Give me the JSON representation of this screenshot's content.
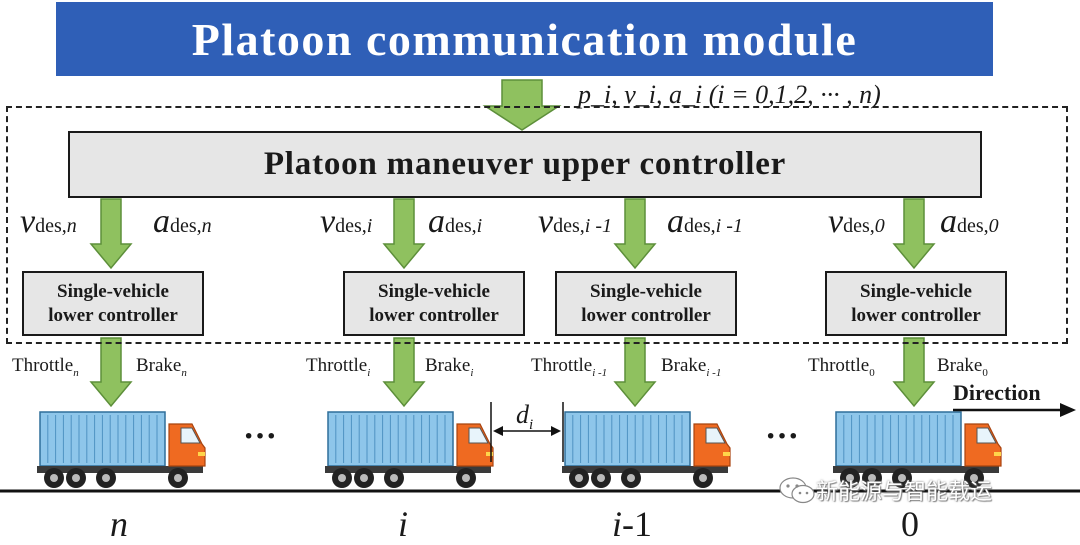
{
  "header": {
    "title": "Platoon communication module"
  },
  "comm_label": {
    "vars": "p_i, v_i, a_i",
    "range": "(i = 0,1,2, ··· , n)"
  },
  "upper_controller": {
    "label": "Platoon maneuver upper controller"
  },
  "lower_controller": {
    "line1": "Single-vehicle",
    "line2": "lower controller"
  },
  "channels": [
    {
      "v": "v",
      "v_sub": "des,",
      "v_idx": "n",
      "a": "a",
      "a_sub": "des,",
      "a_idx": "n",
      "throttle": "Throttle",
      "t_sub": "n",
      "brake": "Brake",
      "b_sub": "n",
      "vehicle": "n"
    },
    {
      "v": "v",
      "v_sub": "des,",
      "v_idx": "i",
      "a": "a",
      "a_sub": "des,",
      "a_idx": "i",
      "throttle": "Throttle",
      "t_sub": "i",
      "brake": "Brake",
      "b_sub": "i",
      "vehicle": "i"
    },
    {
      "v": "v",
      "v_sub": "des,",
      "v_idx": "i -1",
      "a": "a",
      "a_sub": "des,",
      "a_idx": "i -1",
      "throttle": "Throttle",
      "t_sub": "i -1",
      "brake": "Brake",
      "b_sub": "i -1",
      "vehicle": "i-1"
    },
    {
      "v": "v",
      "v_sub": "des,",
      "v_idx": "0",
      "a": "a",
      "a_sub": "des,",
      "a_idx": "0",
      "throttle": "Throttle",
      "t_sub": "0",
      "brake": "Brake",
      "b_sub": "0",
      "vehicle": "0"
    }
  ],
  "ellipsis": "···",
  "gap_label": {
    "d": "d",
    "sub": "i"
  },
  "direction": "Direction",
  "watermark": "新能源与智能载运",
  "colors": {
    "title_bg": "#2f5fb7",
    "arrow_fill": "#8fc15f",
    "arrow_stroke": "#5d8f3a",
    "container": "#8ec6ea",
    "cab": "#ef6a21",
    "box_bg": "#e6e6e6"
  },
  "icons": {
    "truck": "truck-icon",
    "wechat": "wechat-icon"
  }
}
